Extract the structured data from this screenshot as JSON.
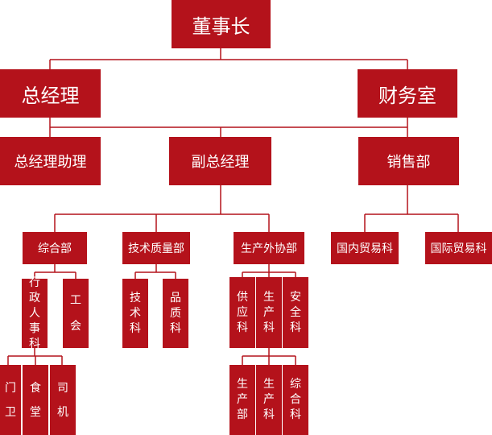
{
  "colors": {
    "box_fill": "#b4121b",
    "box_text": "#ffffff",
    "connector": "#b4121b"
  },
  "org": {
    "chairman": "董事长",
    "general_manager": "总经理",
    "finance_office": "财务室",
    "gm_assistant": "总经理助理",
    "deputy_gm": "副总经理",
    "sales_dept": "销售部",
    "general_dept": "综合部",
    "tech_quality_dept": "技术质量部",
    "production_coord_dept": "生产外协部",
    "domestic_trade": "国内贸易科",
    "international_trade": "国际贸易科",
    "admin_personnel": "行政人事科",
    "union": "工会",
    "technical_section": "技术科",
    "quality_section": "品质科",
    "supply_section": "供应科",
    "production_section": "生产科",
    "safety_section": "安全科",
    "gate_guard": "门卫",
    "canteen": "食堂",
    "driver": "司机",
    "production_dept": "生产部",
    "production_section_2": "生产科",
    "general_section": "综合科"
  }
}
